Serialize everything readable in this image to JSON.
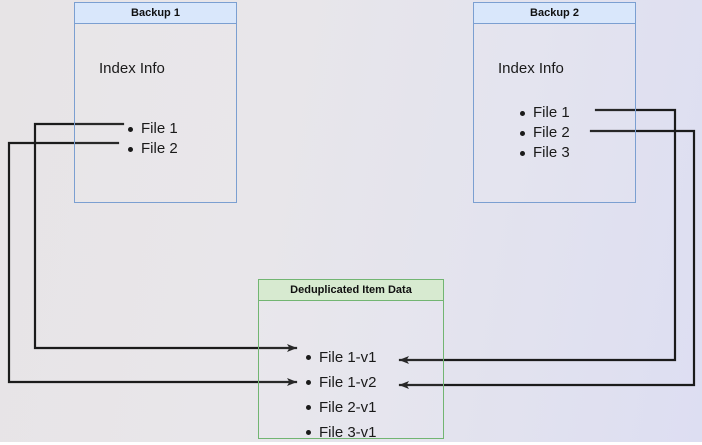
{
  "diagram": {
    "title_hidden": "",
    "background_colors": {
      "left": "#e7e4e6",
      "right": "#dddef2"
    },
    "nodes": [
      {
        "id": "backup1",
        "header": "Backup 1",
        "body_label": "Index Info",
        "accent": "#7b9fd1",
        "header_fill": "#d9e7fb",
        "items": [
          "File 1",
          "File 2"
        ]
      },
      {
        "id": "backup2",
        "header": "Backup 2",
        "body_label": "Index Info",
        "accent": "#7b9fd1",
        "header_fill": "#d9e7fb",
        "items": [
          "File 1",
          "File 2",
          "File 3"
        ]
      },
      {
        "id": "dedup",
        "header": "Deduplicated Item Data",
        "body_label": "",
        "accent": "#72b572",
        "header_fill": "#d7ead0",
        "items": [
          "File 1-v1",
          "File 1-v2",
          "File 2-v1",
          "File 3-v1"
        ]
      }
    ],
    "connections": [
      {
        "from": "backup1.File 1",
        "to": "dedup.File 1-v1",
        "direction": "left-route"
      },
      {
        "from": "backup1.File 2",
        "to": "dedup.File 2-v1",
        "direction": "left-route"
      },
      {
        "from": "backup2.File 1",
        "to": "dedup.File 1-v2",
        "direction": "right-route"
      },
      {
        "from": "backup2.File 2",
        "to": "dedup.File 2-v1",
        "direction": "right-route"
      }
    ],
    "line_color": "#1b1b1b"
  }
}
